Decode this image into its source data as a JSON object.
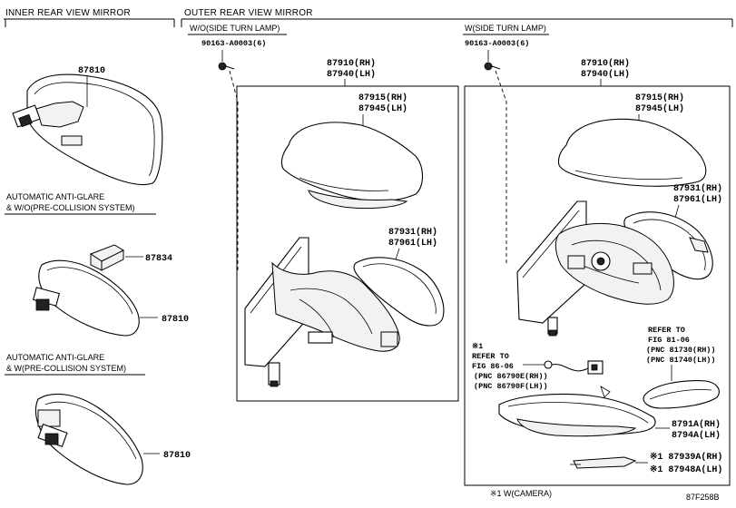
{
  "sections": {
    "inner": "INNER REAR VIEW MIRROR",
    "outer": "OUTER REAR VIEW MIRROR",
    "wo_lamp": "W/O(SIDE TURN LAMP)",
    "w_lamp": "W(SIDE TURN LAMP)"
  },
  "variants": {
    "auto_wo_line1": "AUTOMATIC ANTI-GLARE",
    "auto_wo_line2": "& W/O(PRE-COLLISION SYSTEM)",
    "auto_w_line1": "AUTOMATIC ANTI-GLARE",
    "auto_w_line2": "& W(PRE-COLLISION SYSTEM)"
  },
  "parts": {
    "inner_mirror_top": "87810",
    "clip_87834": "87834",
    "inner_mirror_mid": "87810",
    "inner_mirror_bottom": "87810",
    "screw_left": "90163-A0003(6)",
    "screw_right": "90163-A0003(6)",
    "assy_rh_left": "87910(RH)",
    "assy_lh_left": "87940(LH)",
    "cover_rh_left": "87915(RH)",
    "cover_lh_left": "87945(LH)",
    "mirror_rh_left": "87931(RH)",
    "mirror_lh_left": "87961(LH)",
    "assy_rh_right": "87910(RH)",
    "assy_lh_right": "87940(LH)",
    "cover_rh_right": "87915(RH)",
    "cover_lh_right": "87945(LH)",
    "mirror_rh_right": "87931(RH)",
    "mirror_lh_right": "87961(LH)",
    "lamp_rh": "8791A(RH)",
    "lamp_lh": "8794A(LH)",
    "cam_rh": "※1 87939A(RH)",
    "cam_lh": "※1 87948A(LH)"
  },
  "refs": {
    "cam_note": "※1",
    "cam_line1": "REFER TO",
    "cam_line2": "FIG 86-06",
    "cam_line3": "(PNC 86790E(RH))",
    "cam_line4": "(PNC 86790F(LH))",
    "lamp_line1": "REFER TO",
    "lamp_line2": "FIG 81-06",
    "lamp_line3": "(PNC 81730(RH))",
    "lamp_line4": "(PNC 81740(LH))"
  },
  "footer": {
    "camera_note": "※1 W(CAMERA)",
    "figure_code": "87F258B"
  }
}
